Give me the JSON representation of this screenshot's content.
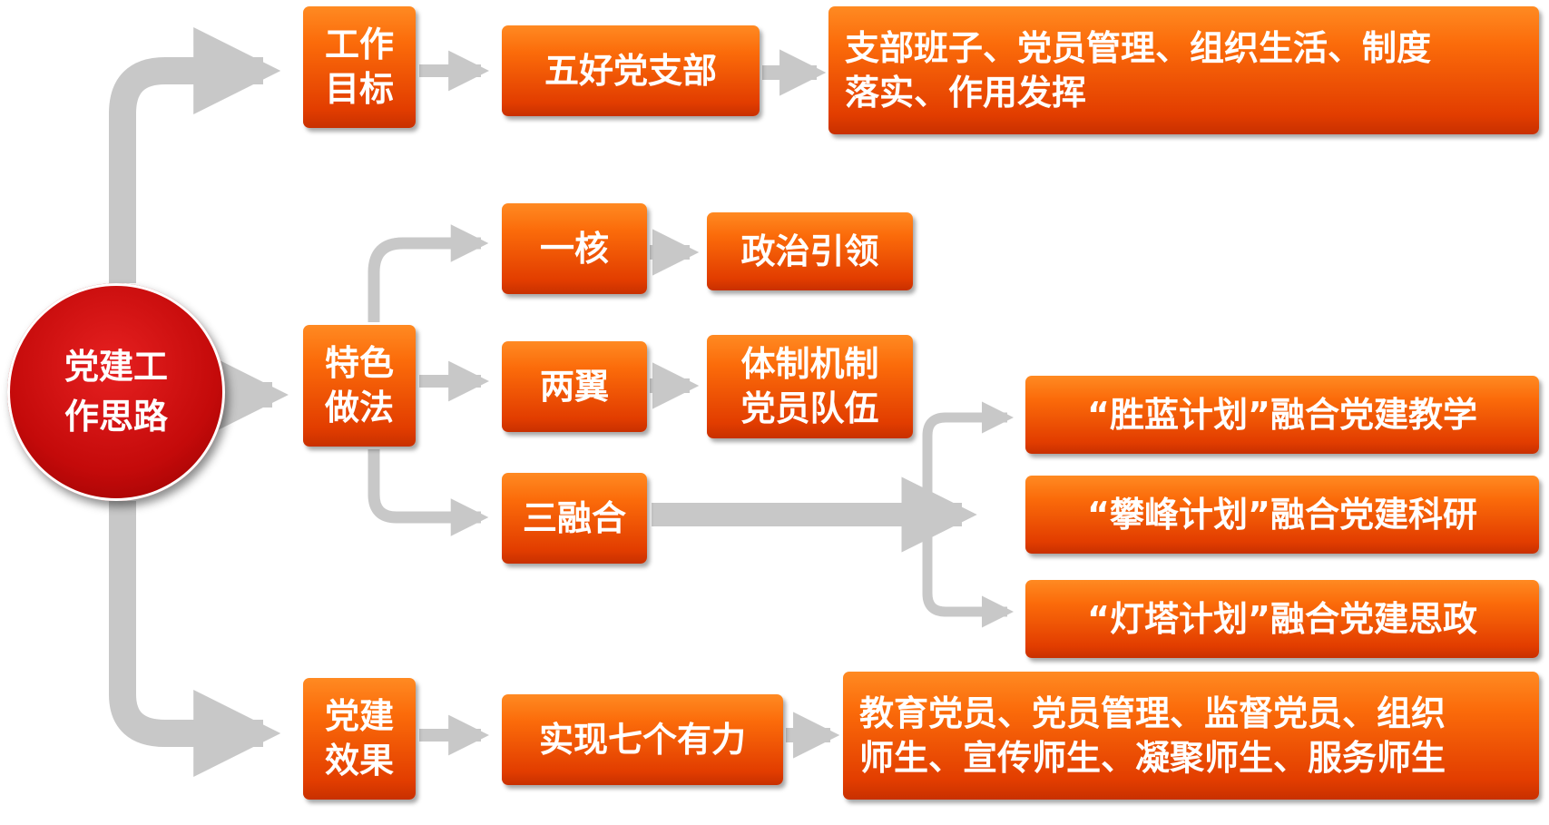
{
  "colors": {
    "box": "#f05a05",
    "hub": "#c40a0a",
    "arrow": "#c8c8c8"
  },
  "hub": {
    "label": "党建工\n作思路"
  },
  "categories": {
    "goal": "工作\n目标",
    "practice": "特色\n做法",
    "effect": "党建\n效果"
  },
  "goal": {
    "item": "五好党支部",
    "detail": "支部班子、党员管理、组织生活、制度\n落实、作用发挥"
  },
  "practice": {
    "core": {
      "label": "一核",
      "detail": "政治引领"
    },
    "wings": {
      "label": "两翼",
      "detail": "体制机制\n党员队伍"
    },
    "fusion": {
      "label": "三融合",
      "plans": [
        "“胜蓝计划”融合党建教学",
        "“攀峰计划”融合党建科研",
        "“灯塔计划”融合党建思政"
      ]
    }
  },
  "effect": {
    "item": "实现七个有力",
    "detail": "教育党员、党员管理、监督党员、组织\n师生、宣传师生、凝聚师生、服务师生"
  }
}
